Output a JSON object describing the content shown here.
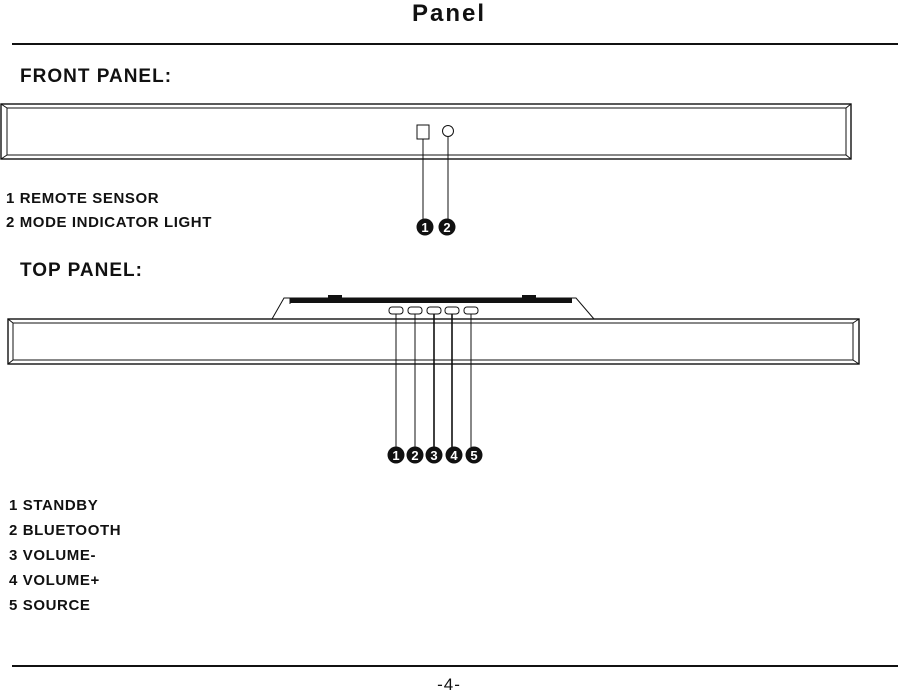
{
  "page_title": "Panel",
  "front_panel": {
    "heading": "FRONT PANEL:",
    "items": [
      "1 REMOTE SENSOR",
      "2 MODE INDICATOR LIGHT"
    ],
    "callouts": [
      "1",
      "2"
    ]
  },
  "top_panel": {
    "heading": "TOP PANEL:",
    "items": [
      "1 STANDBY",
      "2 BLUETOOTH",
      "3 VOLUME-",
      "4 VOLUME+",
      "5 SOURCE"
    ],
    "callouts": [
      "1",
      "2",
      "3",
      "4",
      "5"
    ]
  },
  "page_number": "-4-"
}
